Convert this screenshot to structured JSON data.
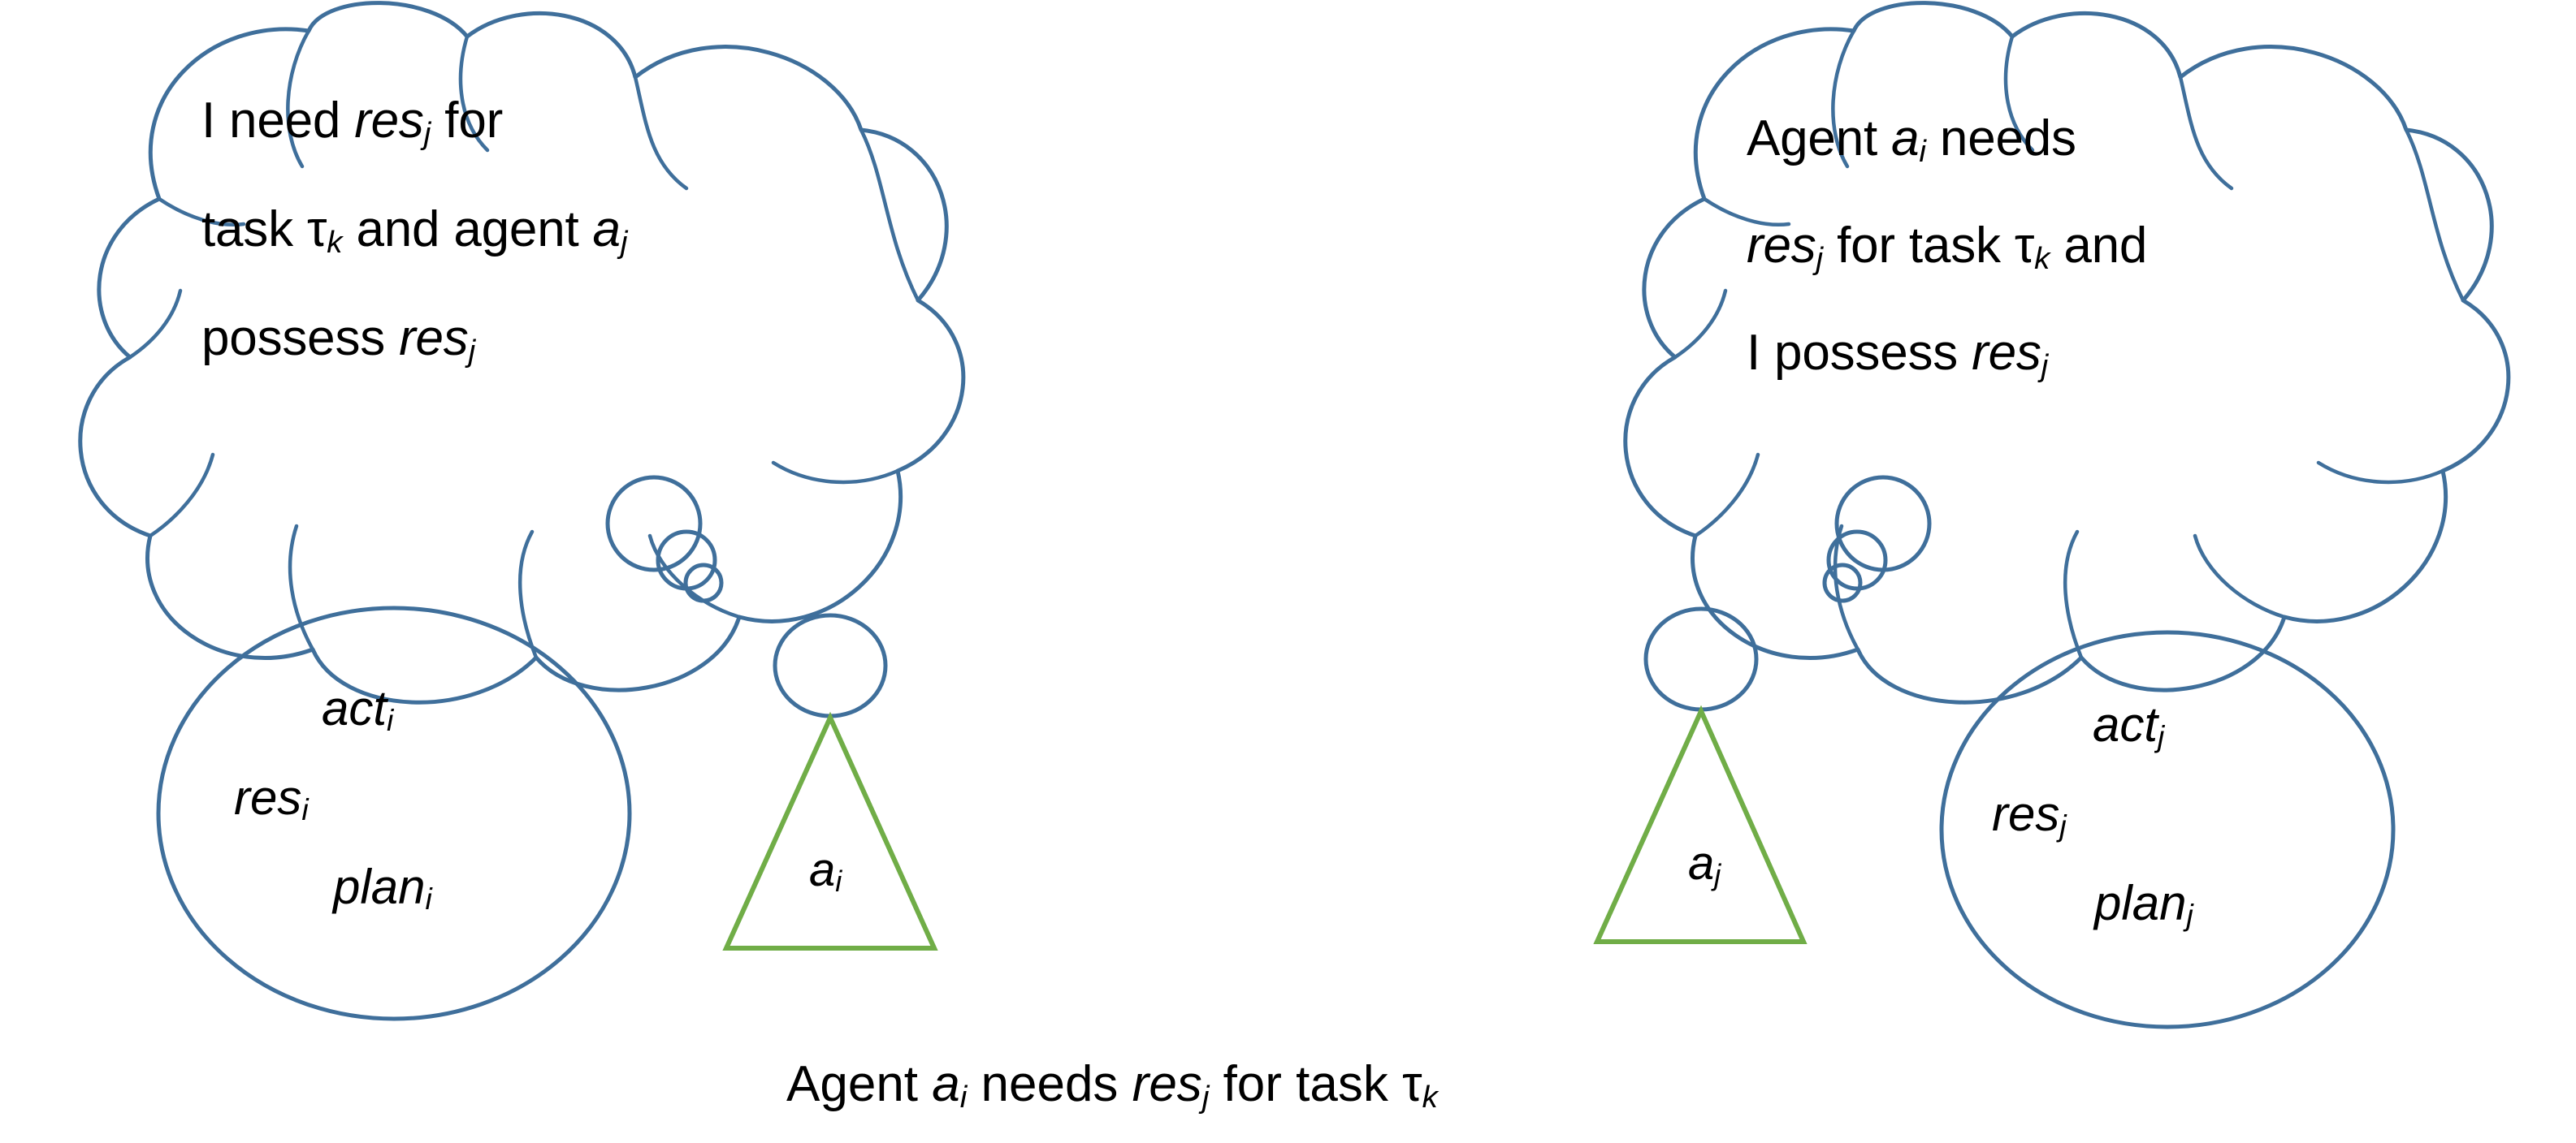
{
  "diagram": {
    "title": "Agent resource-need mental models",
    "colors": {
      "outline_blue": "#3F6F9B",
      "agent_green": "#70AD47",
      "text_black": "#000000",
      "background": "#FFFFFF"
    },
    "left": {
      "thought_bubble": {
        "lines": [
          {
            "plain1": "I need ",
            "var1": "res",
            "sub1": "j",
            "plain2": " for"
          },
          {
            "plain1": "task ",
            "var1": "τ",
            "sub1": "k",
            "plain2": " and agent ",
            "var2": "a",
            "sub2": "j"
          },
          {
            "plain1": "possess ",
            "var1": "res",
            "sub1": "j"
          }
        ],
        "full_text": "I need res_j for task τ_k and agent a_j possess res_j"
      },
      "knowledge_circle": {
        "items": [
          {
            "name": "act",
            "sub": "i"
          },
          {
            "name": "res",
            "sub": "i"
          },
          {
            "name": "plan",
            "sub": "i"
          }
        ]
      },
      "agent": {
        "name": "a",
        "sub": "i"
      }
    },
    "right": {
      "thought_bubble": {
        "lines": [
          {
            "plain1": "Agent ",
            "var1": "a",
            "sub1": "i",
            "plain2": " needs"
          },
          {
            "var1": "res",
            "sub1": "j",
            "plain2": " for task ",
            "var2": "τ",
            "sub2": "k",
            "plain3": " and"
          },
          {
            "plain1": "I possess ",
            "var1": "res",
            "sub1": "j"
          }
        ],
        "full_text": "Agent a_i needs res_j for task τ_k and I possess res_j"
      },
      "knowledge_circle": {
        "items": [
          {
            "name": "act",
            "sub": "j"
          },
          {
            "name": "res",
            "sub": "j"
          },
          {
            "name": "plan",
            "sub": "j"
          }
        ]
      },
      "agent": {
        "name": "a",
        "sub": "j"
      }
    },
    "caption": {
      "plain1": "Agent ",
      "var1": "a",
      "sub1": "i",
      "plain2": " needs ",
      "var2": "res",
      "sub2": "j",
      "plain3": " for task ",
      "var3": "τ",
      "sub3": "k",
      "full_text": "Agent a_i needs res_j for task τ_k"
    }
  }
}
